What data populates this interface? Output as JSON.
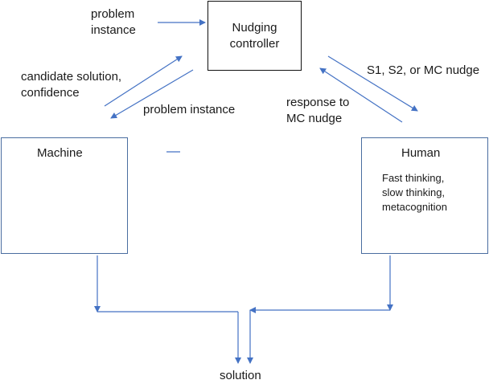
{
  "nodes": {
    "controller": "Nudging\ncontroller",
    "machine": "Machine",
    "human": "Human",
    "human_detail": "Fast thinking,\nslow thinking,\nmetacognition"
  },
  "edges": {
    "problem_in": "problem\ninstance",
    "machine_to_ctrl": "candidate solution,\nconfidence",
    "ctrl_to_machine": "problem instance",
    "ctrl_to_human": "S1, S2, or MC nudge",
    "human_to_ctrl": "response to\nMC nudge",
    "output": "solution"
  },
  "colors": {
    "arrow": "#4472c4",
    "box_human_machine": "#4a6da0",
    "box_controller": "#111111"
  }
}
